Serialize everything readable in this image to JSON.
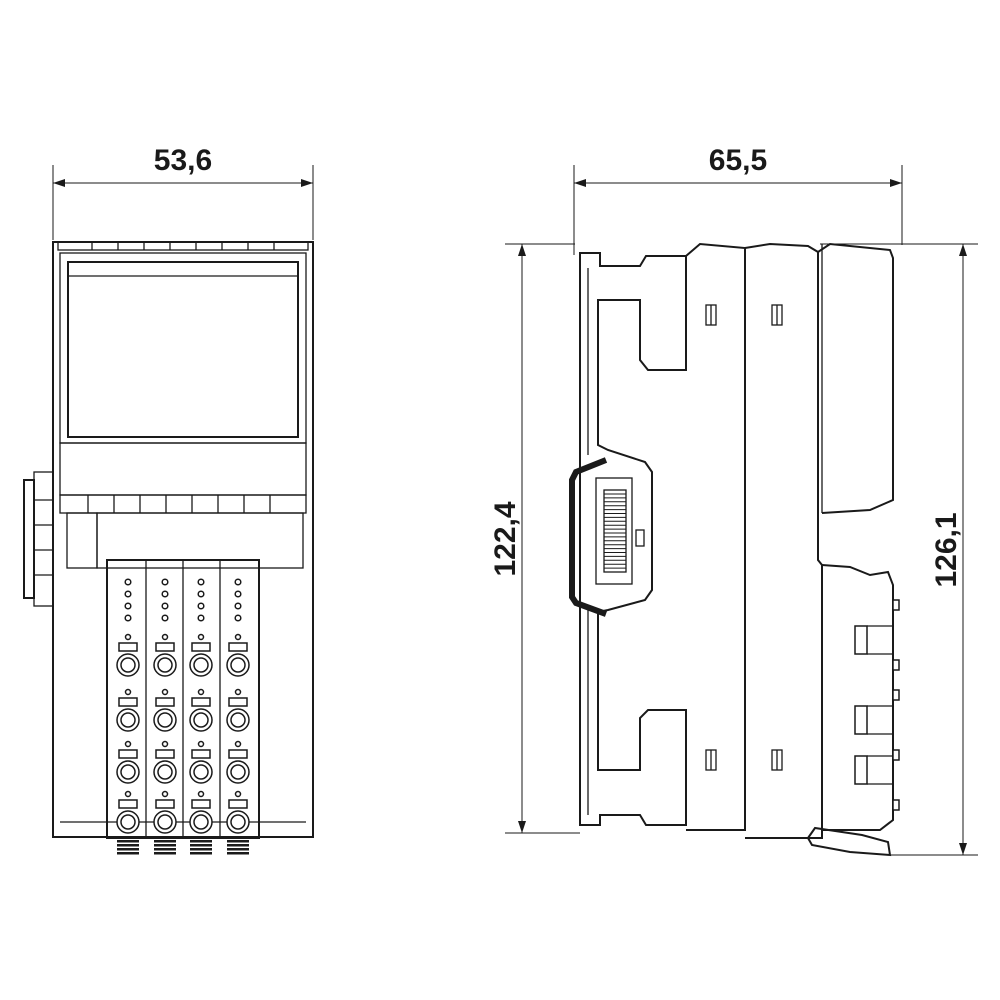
{
  "dimensions": {
    "front_width": "53,6",
    "side_depth": "65,5",
    "height_rail": "122,4",
    "height_total": "126,1"
  },
  "colors": {
    "line": "#1a1a1a",
    "background": "#ffffff"
  }
}
